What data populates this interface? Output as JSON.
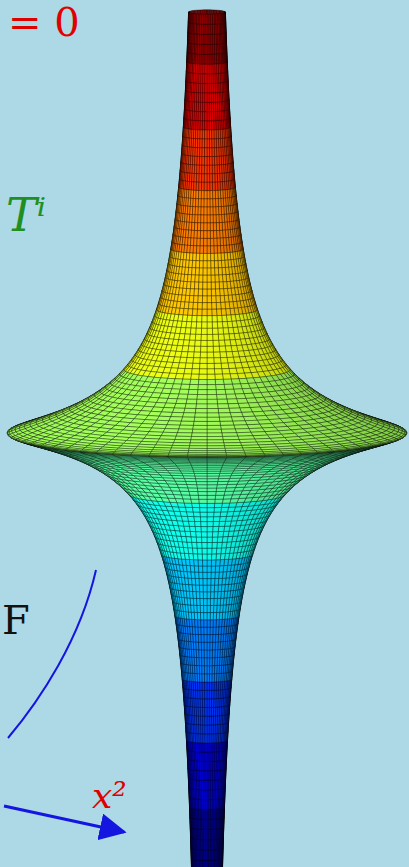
{
  "diagram": {
    "labels": [
      "= 0",
      "Tⁱ",
      "F",
      "x²"
    ]
  }
}
